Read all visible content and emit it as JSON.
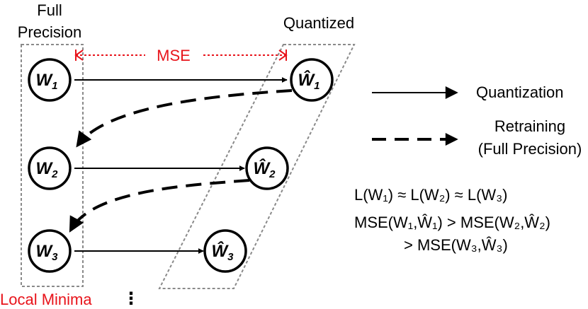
{
  "labels": {
    "full_precision_line1": "Full",
    "full_precision_line2": "Precision",
    "quantized": "Quantized",
    "mse": "MSE",
    "local_minima": "Local Minima",
    "ellipsis": "⋮"
  },
  "nodes_full": [
    {
      "base": "W",
      "sub": "1"
    },
    {
      "base": "W",
      "sub": "2"
    },
    {
      "base": "W",
      "sub": "3"
    }
  ],
  "nodes_quant": [
    {
      "base": "Ŵ",
      "sub": "1"
    },
    {
      "base": "Ŵ",
      "sub": "2"
    },
    {
      "base": "Ŵ",
      "sub": "3"
    }
  ],
  "legend": {
    "quantization": "Quantization",
    "retraining_line1": "Retraining",
    "retraining_line2": "(Full Precision)"
  },
  "equations": {
    "line1": "L(W₁) ≈ L(W₂) ≈ L(W₃)",
    "line2": "MSE(W₁,Ŵ₁) > MSE(W₂,Ŵ₂)",
    "line3": "> MSE(W₃,Ŵ₃)"
  },
  "colors": {
    "accent": "#e8141b",
    "box_border": "#8a8a8a"
  }
}
